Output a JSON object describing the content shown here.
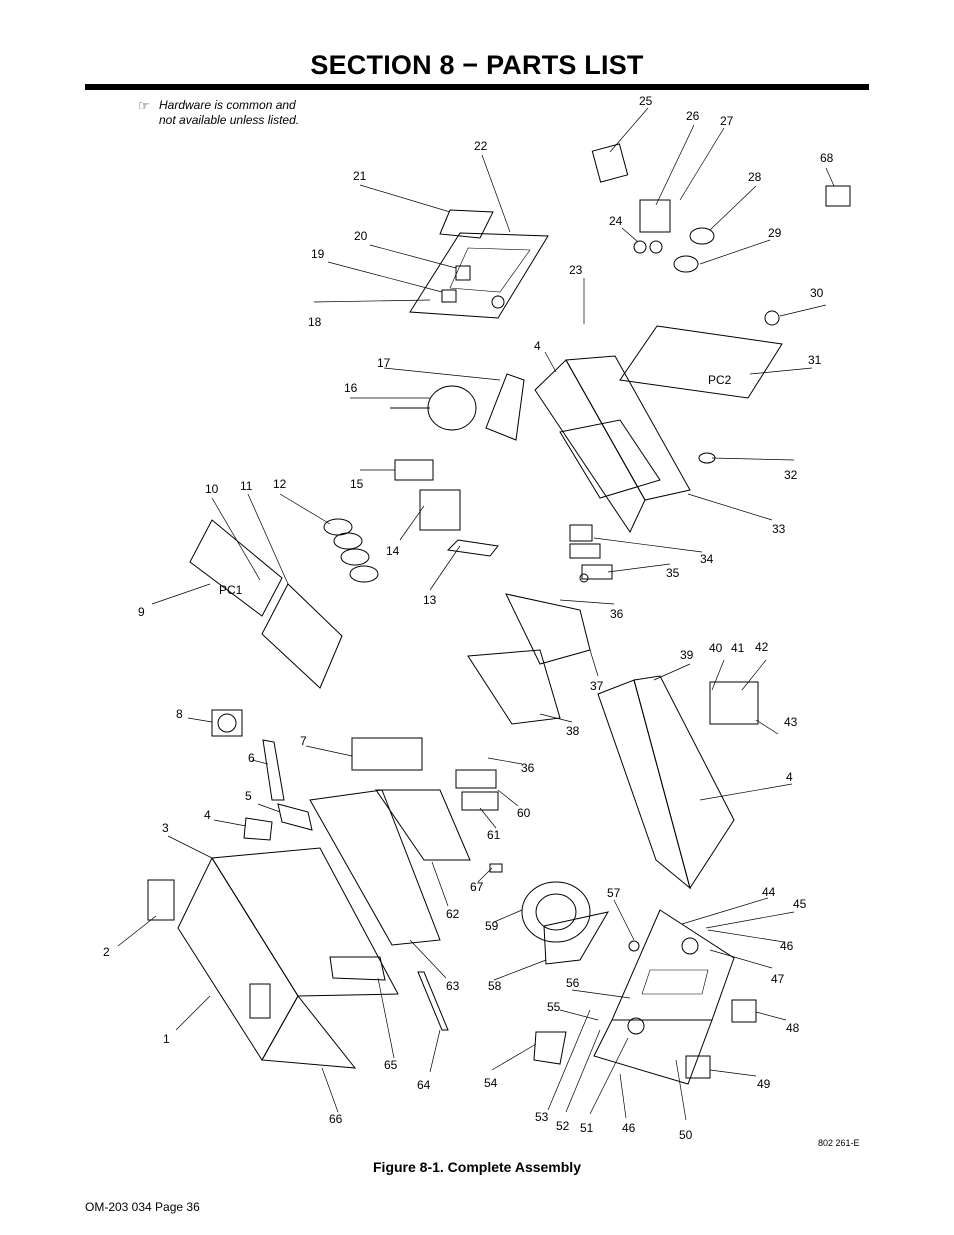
{
  "page": {
    "title": "SECTION 8 − PARTS LIST",
    "note_lines": [
      "Hardware is common and",
      "not available unless listed."
    ],
    "figure_caption": "Figure 8-1. Complete Assembly",
    "drawing_code": "802 261-E",
    "footer": "OM-203 034 Page 36"
  },
  "diagram": {
    "callouts": [
      "1",
      "2",
      "3",
      "4",
      "4",
      "4",
      "5",
      "6",
      "7",
      "8",
      "9",
      "10",
      "11",
      "12",
      "13",
      "14",
      "15",
      "16",
      "17",
      "18",
      "19",
      "20",
      "21",
      "22",
      "23",
      "24",
      "25",
      "26",
      "27",
      "28",
      "29",
      "30",
      "31",
      "32",
      "33",
      "34",
      "35",
      "36",
      "36",
      "37",
      "38",
      "39",
      "40",
      "41",
      "42",
      "43",
      "44",
      "45",
      "46",
      "46",
      "47",
      "48",
      "49",
      "50",
      "51",
      "52",
      "53",
      "54",
      "55",
      "56",
      "57",
      "58",
      "59",
      "60",
      "61",
      "62",
      "63",
      "64",
      "65",
      "66",
      "67",
      "68"
    ],
    "board_labels": [
      "PC1",
      "PC2"
    ]
  }
}
